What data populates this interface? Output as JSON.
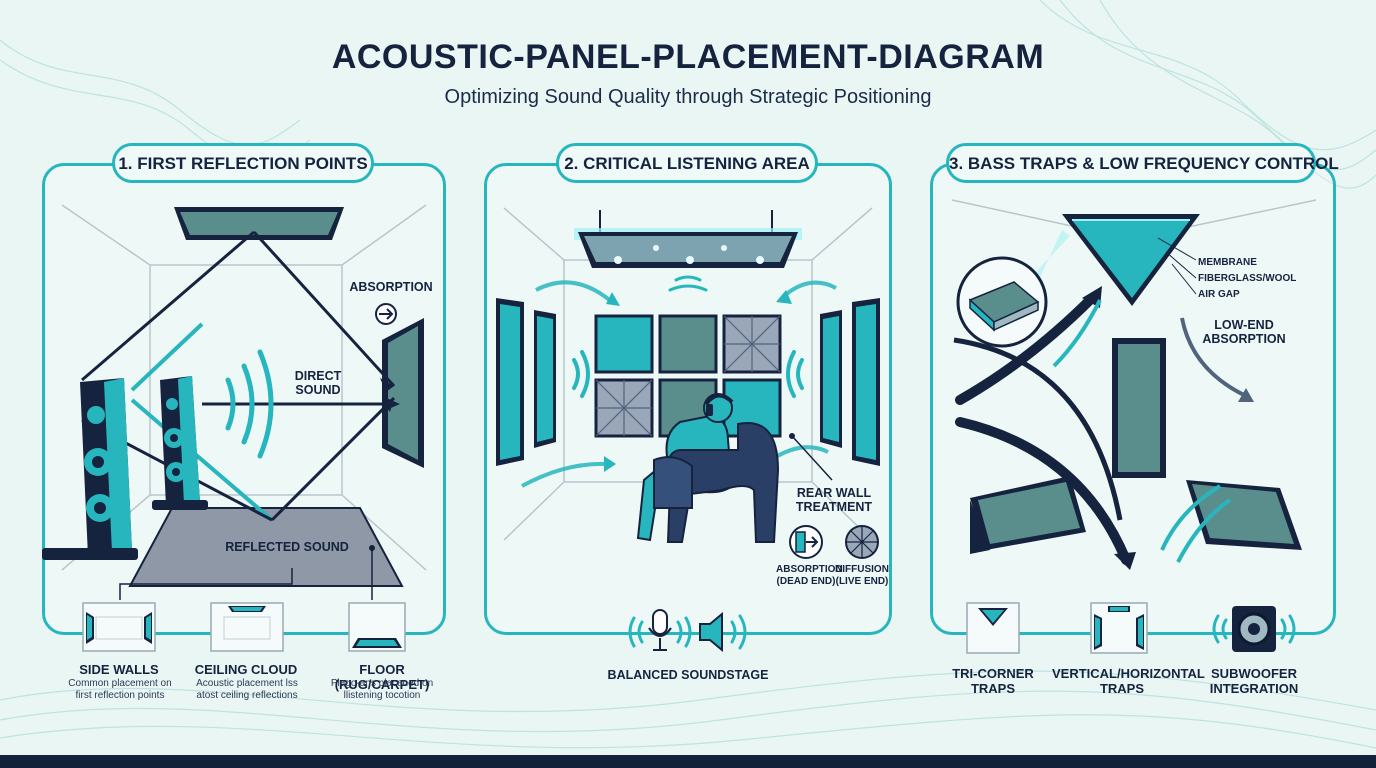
{
  "header": {
    "title": "ACOUSTIC-PANEL-PLACEMENT-DIAGRAM",
    "subtitle": "Optimizing Sound Quality through Strategic Positioning"
  },
  "colors": {
    "accent": "#27b6bd",
    "navy": "#15233f",
    "panel_fill": "#5a8e8d",
    "background": "#e9f6f4"
  },
  "section1": {
    "heading": "1. FIRST REFLECTION POINTS",
    "labels": {
      "absorption": "ABSORPTION",
      "direct_sound": "DIRECT SOUND",
      "reflected_sound": "REFLECTED SOUND"
    },
    "items": [
      {
        "title": "SIDE WALLS",
        "desc": "Common placement on first reflection points"
      },
      {
        "title": "CEILING CLOUD",
        "desc": "Acoustic placement lss atost ceiling reflections"
      },
      {
        "title": "FLOOR (RUG/CARPET)",
        "desc": "Plago-ans placened on llistening tocotion"
      }
    ]
  },
  "section2": {
    "heading": "2. CRITICAL LISTENING AREA",
    "labels": {
      "rear_wall": "REAR WALL TREATMENT",
      "absorption": "ABSORPTION (DEAD END)",
      "diffusion": "DIFFUSION (LIVE END)",
      "balanced": "BALANCED SOUNDSTAGE"
    }
  },
  "section3": {
    "heading": "3. BASS TRAPS & LOW FREQUENCY CONTROL",
    "labels": {
      "membrane": "MEMBRANE",
      "fiberglass": "FIBERGLASS/WOOL",
      "air_gap": "AIR GAP",
      "low_end": "LOW-END ABSORPTION"
    },
    "items": [
      {
        "title": "TRI-CORNER TRAPS"
      },
      {
        "title": "VERTICAL/HORIZONTAL TRAPS"
      },
      {
        "title": "SUBWOOFER INTEGRATION"
      }
    ]
  }
}
